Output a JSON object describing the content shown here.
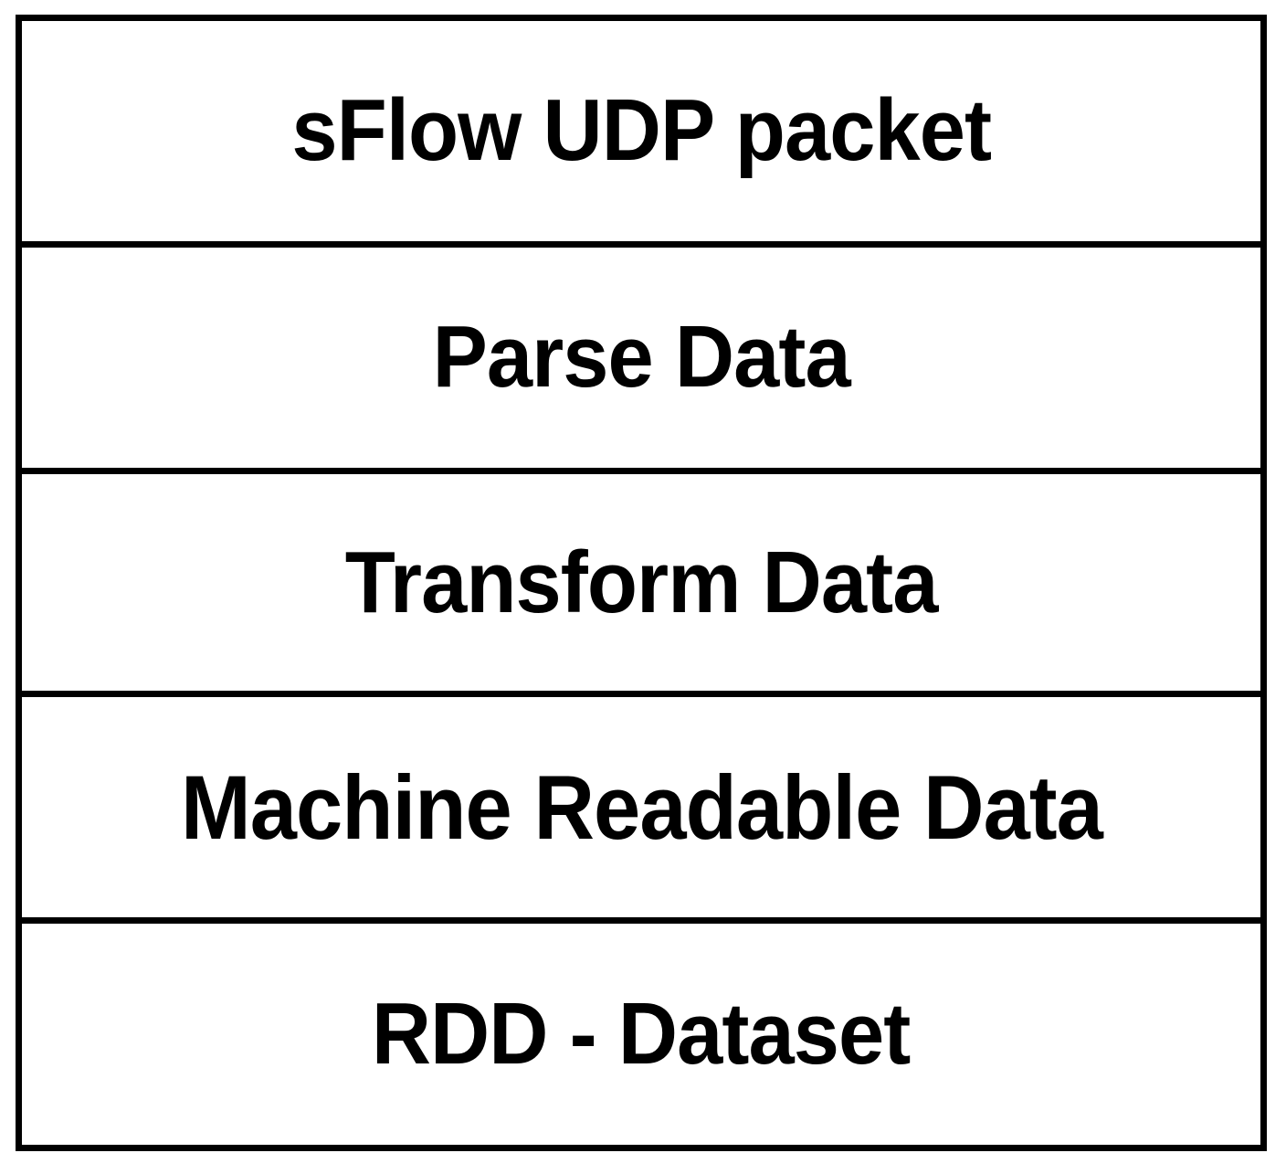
{
  "diagram": {
    "title": "sFlow data processing pipeline stack",
    "type": "stacked-layer-diagram",
    "orientation": "vertical",
    "border_color": "#000000",
    "background_color": "#ffffff",
    "text_color": "#000000",
    "layers": [
      {
        "id": "sflow-udp-packet",
        "label": "sFlow UDP packet"
      },
      {
        "id": "parse-data",
        "label": "Parse Data"
      },
      {
        "id": "transform-data",
        "label": "Transform Data"
      },
      {
        "id": "machine-readable-data",
        "label": "Machine Readable Data"
      },
      {
        "id": "rdd-dataset",
        "label": "RDD - Dataset"
      }
    ]
  }
}
